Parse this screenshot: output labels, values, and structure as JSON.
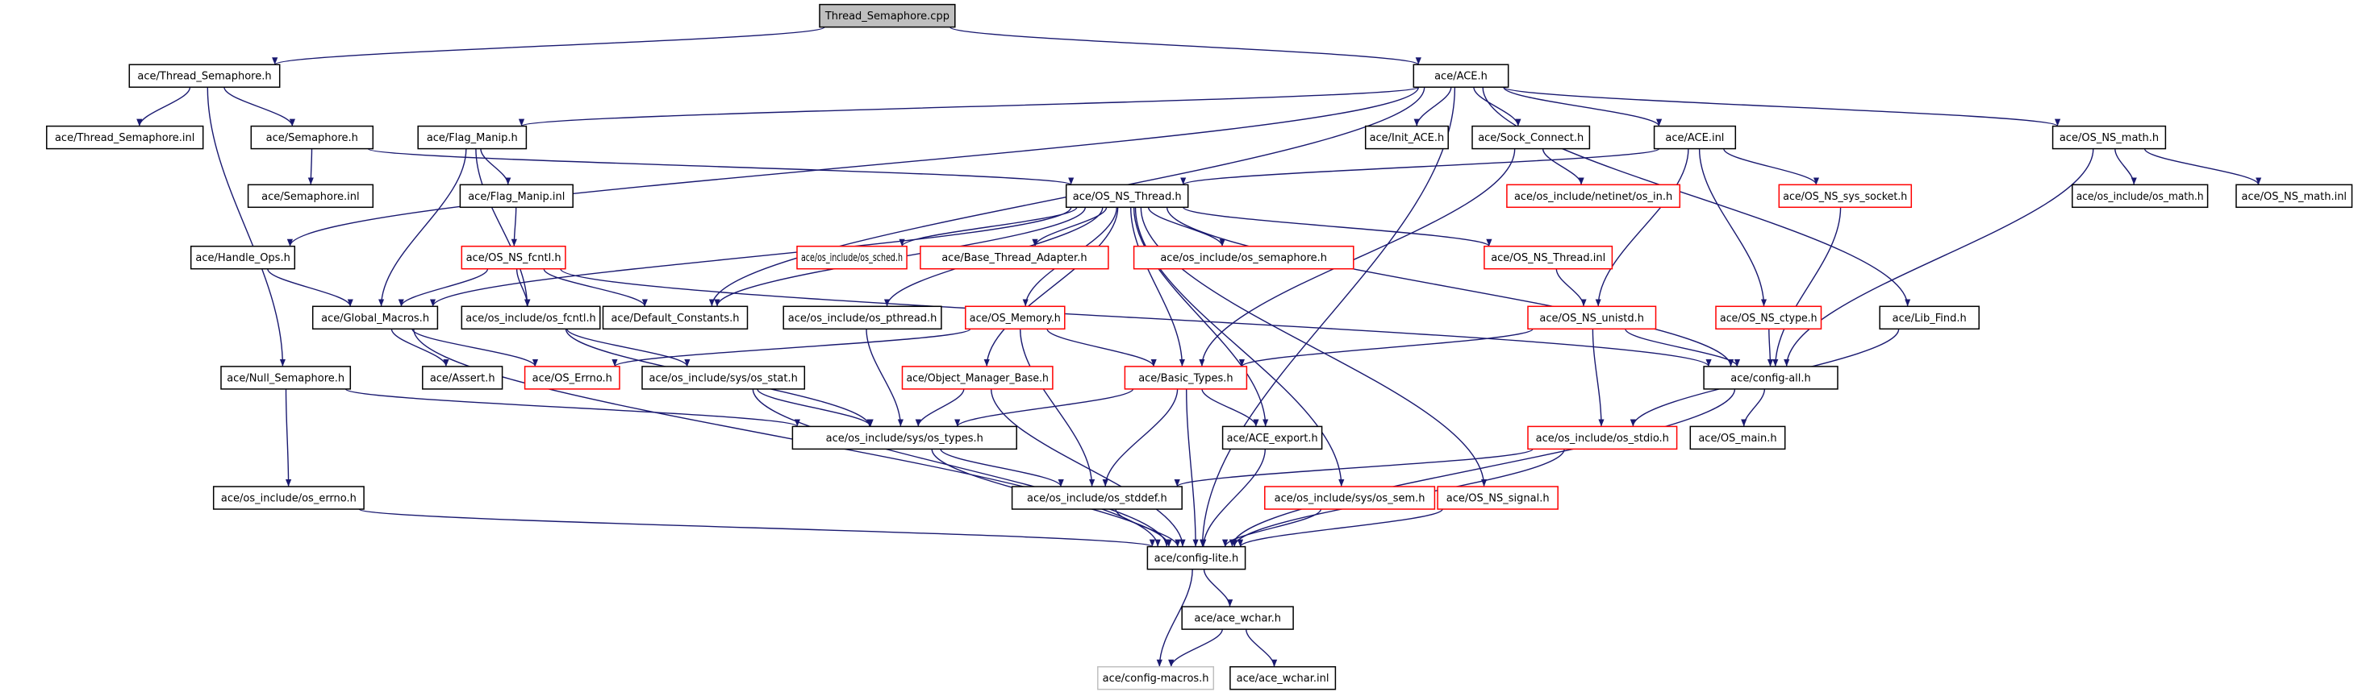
{
  "title": "Thread_Semaphore.cpp include dependency graph",
  "colors": {
    "edge": "#191970",
    "node_border": "#000000",
    "incomplete_border": "#ff0000",
    "external_border": "#bfbfbf",
    "root_fill": "#bfbfbf"
  },
  "nodes": [
    {
      "id": "root",
      "label": "Thread_Semaphore.cpp",
      "kind": "root"
    },
    {
      "id": "ts_h",
      "label": "ace/Thread_Semaphore.h",
      "kind": "normal"
    },
    {
      "id": "ace_h",
      "label": "ace/ACE.h",
      "kind": "normal"
    },
    {
      "id": "ts_inl",
      "label": "ace/Thread_Semaphore.inl",
      "kind": "normal"
    },
    {
      "id": "sem_h",
      "label": "ace/Semaphore.h",
      "kind": "normal"
    },
    {
      "id": "flag_h",
      "label": "ace/Flag_Manip.h",
      "kind": "normal"
    },
    {
      "id": "init_h",
      "label": "ace/Init_ACE.h",
      "kind": "normal"
    },
    {
      "id": "sock_h",
      "label": "ace/Sock_Connect.h",
      "kind": "normal"
    },
    {
      "id": "ace_inl",
      "label": "ace/ACE.inl",
      "kind": "normal"
    },
    {
      "id": "math_h",
      "label": "ace/OS_NS_math.h",
      "kind": "normal"
    },
    {
      "id": "sem_inl",
      "label": "ace/Semaphore.inl",
      "kind": "normal"
    },
    {
      "id": "flag_inl",
      "label": "ace/Flag_Manip.inl",
      "kind": "normal"
    },
    {
      "id": "thr_h",
      "label": "ace/OS_NS_Thread.h",
      "kind": "normal"
    },
    {
      "id": "os_in",
      "label": "ace/os_include/netinet/os_in.h",
      "kind": "incomplete"
    },
    {
      "id": "sys_socket",
      "label": "ace/OS_NS_sys_socket.h",
      "kind": "incomplete"
    },
    {
      "id": "os_math",
      "label": "ace/os_include/os_math.h",
      "kind": "normal"
    },
    {
      "id": "math_inl",
      "label": "ace/OS_NS_math.inl",
      "kind": "normal"
    },
    {
      "id": "handle_h",
      "label": "ace/Handle_Ops.h",
      "kind": "normal"
    },
    {
      "id": "fcntl_h",
      "label": "ace/OS_NS_fcntl.h",
      "kind": "incomplete"
    },
    {
      "id": "os_sched",
      "label": "ace/os_include/os_sched.h",
      "kind": "incomplete"
    },
    {
      "id": "bta_h",
      "label": "ace/Base_Thread_Adapter.h",
      "kind": "incomplete"
    },
    {
      "id": "os_semaphore",
      "label": "ace/os_include/os_semaphore.h",
      "kind": "incomplete"
    },
    {
      "id": "thr_inl",
      "label": "ace/OS_NS_Thread.inl",
      "kind": "incomplete"
    },
    {
      "id": "global_h",
      "label": "ace/Global_Macros.h",
      "kind": "normal"
    },
    {
      "id": "os_fcntl",
      "label": "ace/os_include/os_fcntl.h",
      "kind": "normal"
    },
    {
      "id": "defconst_h",
      "label": "ace/Default_Constants.h",
      "kind": "normal"
    },
    {
      "id": "os_pthread",
      "label": "ace/os_include/os_pthread.h",
      "kind": "normal"
    },
    {
      "id": "mem_h",
      "label": "ace/OS_Memory.h",
      "kind": "incomplete"
    },
    {
      "id": "unistd_h",
      "label": "ace/OS_NS_unistd.h",
      "kind": "incomplete"
    },
    {
      "id": "ctype_h",
      "label": "ace/OS_NS_ctype.h",
      "kind": "incomplete"
    },
    {
      "id": "libfind_h",
      "label": "ace/Lib_Find.h",
      "kind": "normal"
    },
    {
      "id": "nullsem_h",
      "label": "ace/Null_Semaphore.h",
      "kind": "normal"
    },
    {
      "id": "assert_h",
      "label": "ace/Assert.h",
      "kind": "normal"
    },
    {
      "id": "errno_h",
      "label": "ace/OS_Errno.h",
      "kind": "incomplete"
    },
    {
      "id": "os_stat",
      "label": "ace/os_include/sys/os_stat.h",
      "kind": "normal"
    },
    {
      "id": "omb_h",
      "label": "ace/Object_Manager_Base.h",
      "kind": "incomplete"
    },
    {
      "id": "basic_h",
      "label": "ace/Basic_Types.h",
      "kind": "incomplete"
    },
    {
      "id": "cfgall_h",
      "label": "ace/config-all.h",
      "kind": "normal"
    },
    {
      "id": "os_types",
      "label": "ace/os_include/sys/os_types.h",
      "kind": "normal"
    },
    {
      "id": "export_h",
      "label": "ace/ACE_export.h",
      "kind": "normal"
    },
    {
      "id": "os_stdio",
      "label": "ace/os_include/os_stdio.h",
      "kind": "incomplete"
    },
    {
      "id": "osmain_h",
      "label": "ace/OS_main.h",
      "kind": "normal"
    },
    {
      "id": "os_errno",
      "label": "ace/os_include/os_errno.h",
      "kind": "normal"
    },
    {
      "id": "os_stddef",
      "label": "ace/os_include/os_stddef.h",
      "kind": "normal"
    },
    {
      "id": "os_syssem",
      "label": "ace/os_include/sys/os_sem.h",
      "kind": "incomplete"
    },
    {
      "id": "signal_h",
      "label": "ace/OS_NS_signal.h",
      "kind": "incomplete"
    },
    {
      "id": "cfglite_h",
      "label": "ace/config-lite.h",
      "kind": "normal"
    },
    {
      "id": "wchar_h",
      "label": "ace/ace_wchar.h",
      "kind": "normal"
    },
    {
      "id": "cfgmacros_h",
      "label": "ace/config-macros.h",
      "kind": "external"
    },
    {
      "id": "wchar_inl",
      "label": "ace/ace_wchar.inl",
      "kind": "normal"
    }
  ],
  "edges": [
    [
      "root",
      "ts_h"
    ],
    [
      "root",
      "ace_h"
    ],
    [
      "ts_h",
      "ts_inl"
    ],
    [
      "ts_h",
      "sem_h"
    ],
    [
      "ts_h",
      "nullsem_h"
    ],
    [
      "sem_h",
      "sem_inl"
    ],
    [
      "sem_h",
      "thr_h"
    ],
    [
      "ace_h",
      "flag_h"
    ],
    [
      "ace_h",
      "init_h"
    ],
    [
      "ace_h",
      "sock_h"
    ],
    [
      "ace_h",
      "ace_inl"
    ],
    [
      "ace_h",
      "math_h"
    ],
    [
      "ace_h",
      "handle_h"
    ],
    [
      "ace_h",
      "defconst_h"
    ],
    [
      "ace_h",
      "libfind_h"
    ],
    [
      "ace_h",
      "cfglite_h"
    ],
    [
      "flag_h",
      "flag_inl"
    ],
    [
      "flag_h",
      "global_h"
    ],
    [
      "flag_h",
      "os_fcntl"
    ],
    [
      "flag_inl",
      "fcntl_h"
    ],
    [
      "sock_h",
      "os_in"
    ],
    [
      "sock_h",
      "basic_h"
    ],
    [
      "ace_inl",
      "thr_h"
    ],
    [
      "ace_inl",
      "sys_socket"
    ],
    [
      "ace_inl",
      "unistd_h"
    ],
    [
      "ace_inl",
      "ctype_h"
    ],
    [
      "math_h",
      "os_math"
    ],
    [
      "math_h",
      "math_inl"
    ],
    [
      "math_h",
      "cfgall_h"
    ],
    [
      "sys_socket",
      "cfgall_h"
    ],
    [
      "thr_h",
      "global_h"
    ],
    [
      "thr_h",
      "defconst_h"
    ],
    [
      "thr_h",
      "os_sched"
    ],
    [
      "thr_h",
      "bta_h"
    ],
    [
      "thr_h",
      "os_semaphore"
    ],
    [
      "thr_h",
      "thr_inl"
    ],
    [
      "thr_h",
      "os_pthread"
    ],
    [
      "thr_h",
      "mem_h"
    ],
    [
      "thr_h",
      "omb_h"
    ],
    [
      "thr_h",
      "basic_h"
    ],
    [
      "thr_h",
      "export_h"
    ],
    [
      "thr_h",
      "os_syssem"
    ],
    [
      "thr_h",
      "signal_h"
    ],
    [
      "thr_h",
      "cfgall_h"
    ],
    [
      "handle_h",
      "global_h"
    ],
    [
      "fcntl_h",
      "global_h"
    ],
    [
      "fcntl_h",
      "os_fcntl"
    ],
    [
      "fcntl_h",
      "defconst_h"
    ],
    [
      "fcntl_h",
      "cfgall_h"
    ],
    [
      "thr_inl",
      "unistd_h"
    ],
    [
      "global_h",
      "assert_h"
    ],
    [
      "global_h",
      "errno_h"
    ],
    [
      "global_h",
      "cfglite_h"
    ],
    [
      "os_fcntl",
      "os_stat"
    ],
    [
      "os_fcntl",
      "os_types"
    ],
    [
      "os_pthread",
      "os_types"
    ],
    [
      "mem_h",
      "errno_h"
    ],
    [
      "mem_h",
      "basic_h"
    ],
    [
      "mem_h",
      "os_stddef"
    ],
    [
      "unistd_h",
      "basic_h"
    ],
    [
      "unistd_h",
      "cfgall_h"
    ],
    [
      "unistd_h",
      "os_stdio"
    ],
    [
      "ctype_h",
      "cfgall_h"
    ],
    [
      "libfind_h",
      "os_stdio"
    ],
    [
      "nullsem_h",
      "os_types"
    ],
    [
      "nullsem_h",
      "os_errno"
    ],
    [
      "os_stat",
      "os_types"
    ],
    [
      "os_stat",
      "cfglite_h"
    ],
    [
      "omb_h",
      "os_types"
    ],
    [
      "omb_h",
      "cfglite_h"
    ],
    [
      "basic_h",
      "os_types"
    ],
    [
      "basic_h",
      "export_h"
    ],
    [
      "basic_h",
      "os_stddef"
    ],
    [
      "basic_h",
      "cfglite_h"
    ],
    [
      "cfgall_h",
      "osmain_h"
    ],
    [
      "cfgall_h",
      "cfglite_h"
    ],
    [
      "os_types",
      "os_stddef"
    ],
    [
      "os_types",
      "cfglite_h"
    ],
    [
      "export_h",
      "cfglite_h"
    ],
    [
      "os_stdio",
      "os_stddef"
    ],
    [
      "os_stdio",
      "cfglite_h"
    ],
    [
      "os_errno",
      "cfglite_h"
    ],
    [
      "os_stddef",
      "cfglite_h"
    ],
    [
      "os_syssem",
      "cfglite_h"
    ],
    [
      "signal_h",
      "cfglite_h"
    ],
    [
      "cfglite_h",
      "wchar_h"
    ],
    [
      "cfglite_h",
      "cfgmacros_h"
    ],
    [
      "wchar_h",
      "cfgmacros_h"
    ],
    [
      "wchar_h",
      "wchar_inl"
    ]
  ]
}
